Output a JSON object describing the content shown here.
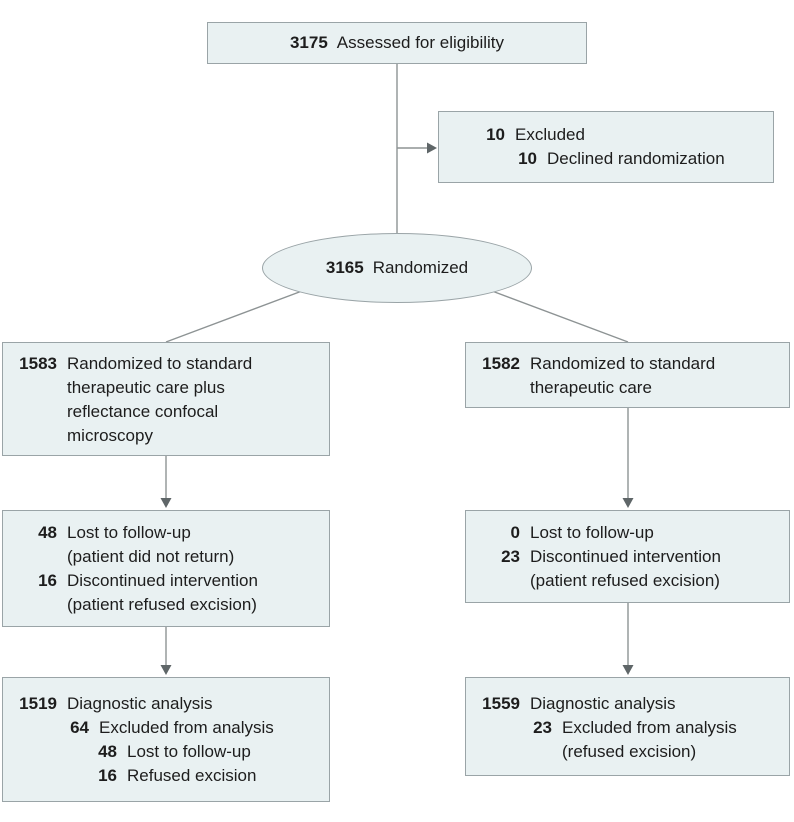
{
  "colors": {
    "box-fill": "#e9f1f2",
    "box-border": "#9aa4a7",
    "line": "#8d9394",
    "arrow": "#5f6668",
    "text": "#1d1d1d",
    "bg": "#ffffff"
  },
  "flow": {
    "assessed": {
      "num": "3175",
      "label": "Assessed for eligibility"
    },
    "excluded": {
      "rows": [
        {
          "num": "10",
          "text": "Excluded"
        },
        {
          "num": "10",
          "text": "Declined randomization"
        }
      ]
    },
    "randomized": {
      "num": "3165",
      "label": "Randomized"
    },
    "arm_rcm": {
      "rows": [
        {
          "num": "1583",
          "text": "Randomized to standard"
        },
        {
          "text": "therapeutic care plus"
        },
        {
          "text": "reflectance confocal"
        },
        {
          "text": "microscopy"
        }
      ]
    },
    "arm_control": {
      "rows": [
        {
          "num": "1582",
          "text": "Randomized to standard"
        },
        {
          "text": "therapeutic care"
        }
      ]
    },
    "followup_rcm": {
      "rows": [
        {
          "num": "48",
          "text": "Lost to follow-up"
        },
        {
          "text": "(patient did not return)"
        },
        {
          "num": "16",
          "text": "Discontinued intervention"
        },
        {
          "text": "(patient refused excision)"
        }
      ]
    },
    "followup_control": {
      "rows": [
        {
          "num": "0",
          "text": "Lost to follow-up"
        },
        {
          "num": "23",
          "text": "Discontinued intervention"
        },
        {
          "text": "(patient refused excision)"
        }
      ]
    },
    "analysis_rcm": {
      "rows": [
        {
          "num": "1519",
          "text": "Diagnostic analysis"
        },
        {
          "num": "64",
          "text": "Excluded from analysis"
        },
        {
          "num": "48",
          "text": "Lost to follow-up"
        },
        {
          "num": "16",
          "text": "Refused excision"
        }
      ]
    },
    "analysis_control": {
      "rows": [
        {
          "num": "1559",
          "text": "Diagnostic analysis"
        },
        {
          "num": "23",
          "text": "Excluded from analysis"
        },
        {
          "text": "(refused excision)"
        }
      ]
    }
  }
}
